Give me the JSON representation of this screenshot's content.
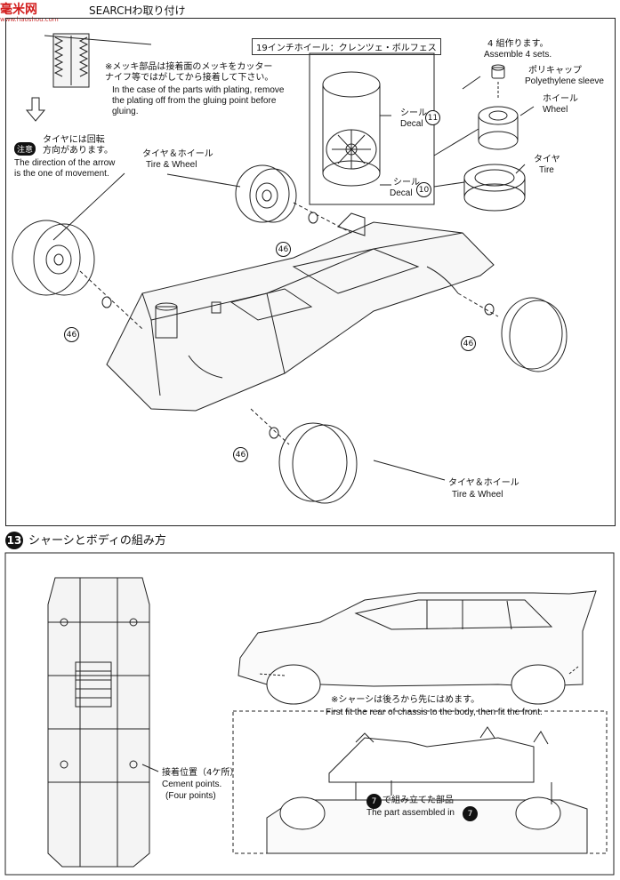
{
  "watermark": {
    "logo": "毫米网",
    "url": "www.haoshou.com"
  },
  "step12": {
    "title_partial": "SEARCHわ取り付け",
    "plating_note_jp": "※メッキ部品は接着面のメッキをカッター\nナイフ等ではがしてから接着して下さい。",
    "plating_note_en": "In the case of the parts with plating, remove\nthe plating off from the gluing point before\ngluing.",
    "caution_badge": "注意",
    "arrow_note_jp": "タイヤには回転\n方向があります。",
    "arrow_note_en": "The direction of the arrow\nis the one of movement.",
    "wheel_box_title": "19インチホイール：クレンツェ・ボルフェス",
    "decal_a_jp": "シール",
    "decal_a_en": "Decal",
    "decal_a_num": "11",
    "decal_b_jp": "シール",
    "decal_b_en": "Decal",
    "decal_b_num": "10",
    "assemble_jp": "4 組作ります。",
    "assemble_en": "Assemble 4 sets.",
    "poly_jp": "ポリキャップ",
    "poly_en": "Polyethylene sleeve",
    "wheel_jp": "ホイール",
    "wheel_en": "Wheel",
    "tire_jp": "タイヤ",
    "tire_en": "Tire",
    "tw_jp": "タイヤ＆ホイール",
    "tw_en": "Tire & Wheel",
    "part_num": "46"
  },
  "step13": {
    "number": "13",
    "title": "シャーシとボディの組み方",
    "rear_first_jp": "※シャーシは後ろから先にはめます。",
    "rear_first_en": "First fit the rear of chassis to the body, then fit the front.",
    "cement_jp": "接着位置（4ケ所）",
    "cement_en1": "Cement points.",
    "cement_en2": "(Four points)",
    "assembled_num": "7",
    "assembled_jp": "で組み立てた部品",
    "assembled_en": "The part assembled in"
  }
}
